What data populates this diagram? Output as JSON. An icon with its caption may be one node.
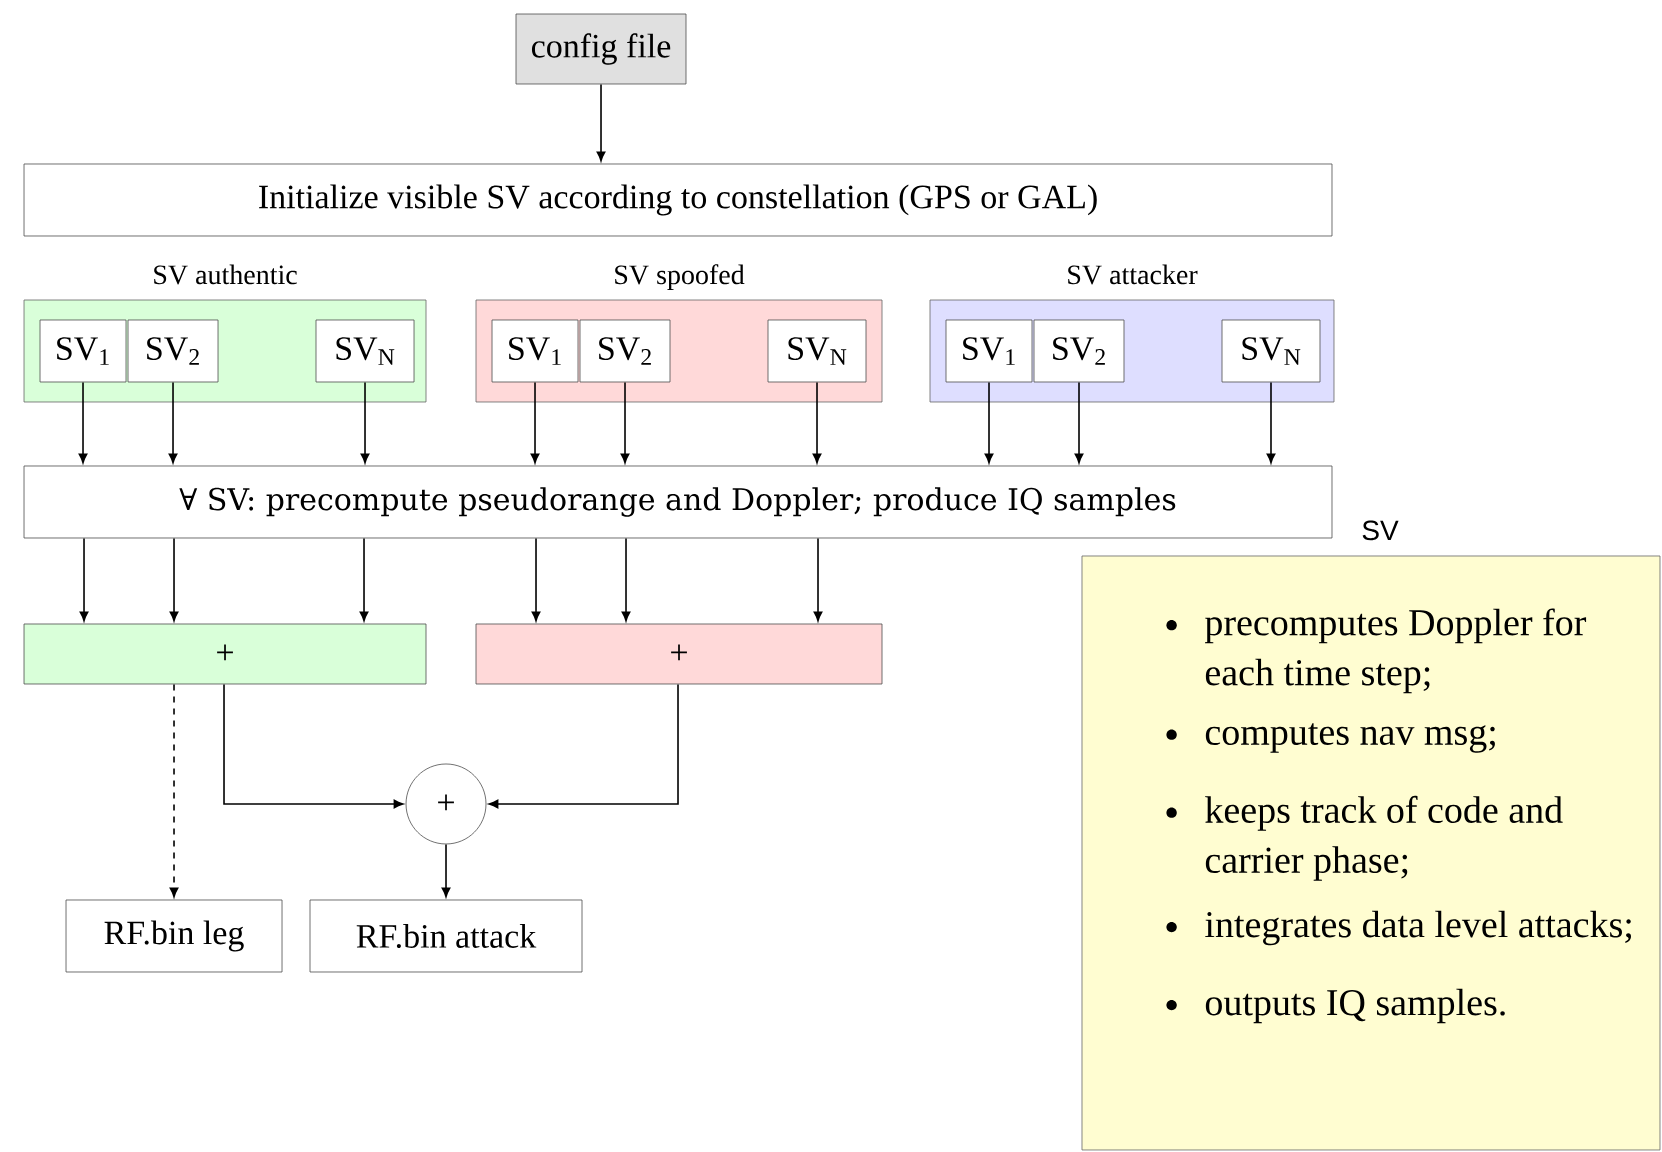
{
  "diagram": {
    "nodes": [
      {
        "text": [
          "config file"
        ]
      },
      {
        "text": [
          "Initialize visible SV according to constellation (GPS or GAL)"
        ]
      },
      {
        "text": [
          "SV authentic"
        ]
      },
      {
        "text": [
          "SV$_{1}$"
        ],
        "in": 2
      },
      {
        "text": [
          "SV$_{2}$"
        ],
        "in": 2
      },
      {
        "text": [
          "SV$_{N}$"
        ],
        "in": 2
      },
      {
        "text": [
          "SV spoofed"
        ]
      },
      {
        "text": [
          "SV$_{1}$"
        ],
        "in": 6
      },
      {
        "text": [
          "SV$_{2}$"
        ],
        "in": 6
      },
      {
        "text": [
          "SV$_{N}$"
        ],
        "in": 6
      },
      {
        "text": [
          "SV attacker"
        ]
      },
      {
        "text": [
          "SV$_{1}$"
        ],
        "in": 10
      },
      {
        "text": [
          "SV$_{2}$"
        ],
        "in": 10
      },
      {
        "text": [
          "SV$_{N}$"
        ],
        "in": 10
      },
      {
        "text": [
          "∀ SV: precompute pseudorange and Doppler; produce IQ samples"
        ]
      },
      {
        "text": [
          "+"
        ]
      },
      {
        "text": [
          "+"
        ]
      },
      {
        "text": [
          "+"
        ]
      },
      {
        "text": [
          "RF.bin leg"
        ]
      },
      {
        "text": [
          "RF.bin attack"
        ]
      },
      {
        "text": [
          "SV",
          "precomputes Doppler for each time step;",
          "computes nav msg;",
          "keeps track of code and carrier phase;",
          "integrates data level attacks;",
          "outputs IQ samples."
        ]
      }
    ],
    "edges": [
      {
        "from": 0,
        "to": 1,
        "arrow": "to"
      },
      {
        "from": 3,
        "to": 14,
        "arrow": "to"
      },
      {
        "from": 4,
        "to": 14,
        "arrow": "to"
      },
      {
        "from": 5,
        "to": 14,
        "arrow": "to"
      },
      {
        "from": 7,
        "to": 14,
        "arrow": "to"
      },
      {
        "from": 8,
        "to": 14,
        "arrow": "to"
      },
      {
        "from": 9,
        "to": 14,
        "arrow": "to"
      },
      {
        "from": 11,
        "to": 14,
        "arrow": "to"
      },
      {
        "from": 12,
        "to": 14,
        "arrow": "to"
      },
      {
        "from": 13,
        "to": 14,
        "arrow": "to"
      },
      {
        "from": 14,
        "to": 15,
        "arrow": "to"
      },
      {
        "from": 14,
        "to": 15,
        "arrow": "to"
      },
      {
        "from": 14,
        "to": 15,
        "arrow": "to"
      },
      {
        "from": 14,
        "to": 16,
        "arrow": "to"
      },
      {
        "from": 14,
        "to": 16,
        "arrow": "to"
      },
      {
        "from": 14,
        "to": 16,
        "arrow": "to"
      },
      {
        "from": 15,
        "to": 18,
        "arrow": "to",
        "style": "dashed"
      },
      {
        "from": 15,
        "to": 17,
        "arrow": "to"
      },
      {
        "from": 16,
        "to": 17,
        "arrow": "to"
      },
      {
        "from": 17,
        "to": 19,
        "arrow": "to"
      }
    ]
  }
}
